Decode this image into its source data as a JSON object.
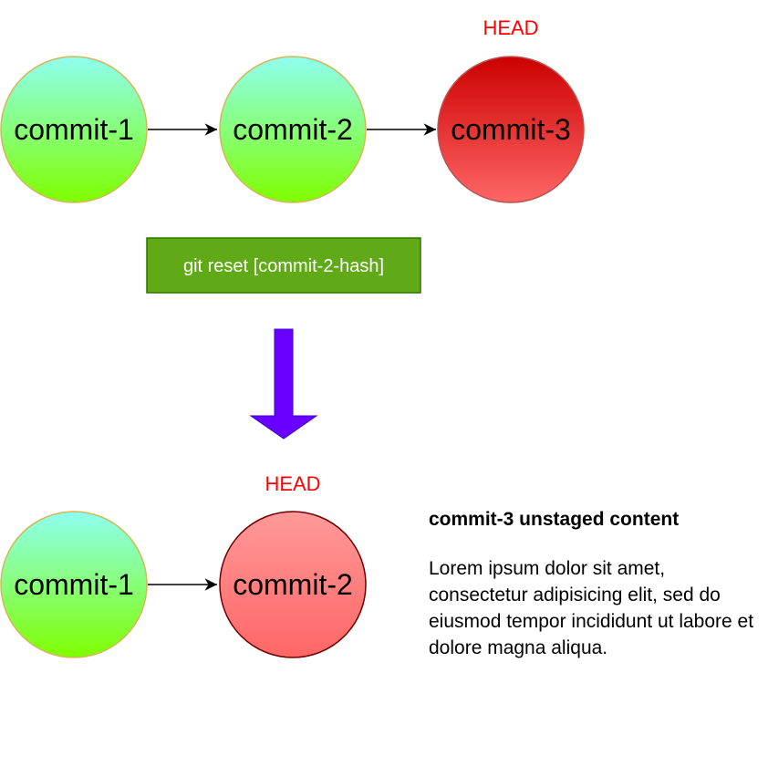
{
  "before": {
    "head_label": "HEAD",
    "commits": [
      "commit-1",
      "commit-2",
      "commit-3"
    ]
  },
  "command": {
    "label": "git reset [commit-2-hash]"
  },
  "after": {
    "head_label": "HEAD",
    "commits": [
      "commit-1",
      "commit-2"
    ]
  },
  "note": {
    "title": "commit-3 unstaged content",
    "body": "Lorem ipsum dolor sit amet, consectetur adipisicing elit, sed do eiusmod tempor incididunt ut labore et dolore magna aliqua."
  },
  "colors": {
    "head_text": "#ff0000",
    "green_top": "#8ffff0",
    "green_bottom": "#7fff00",
    "green_stroke": "#d6b656",
    "head_dark_top": "#cc0000",
    "head_dark_bottom": "#ff6666",
    "head_light_top": "#ff9999",
    "head_light_bottom": "#ff6666",
    "command_fill": "#60a917",
    "command_stroke": "#2d7600",
    "down_arrow": "#6a00ff"
  }
}
